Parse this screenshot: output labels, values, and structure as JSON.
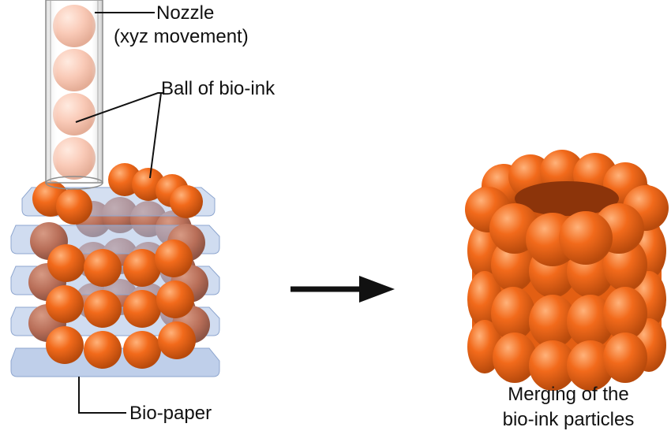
{
  "labels": {
    "nozzle": "Nozzle",
    "nozzle_sub": "(xyz movement)",
    "ball": "Ball of bio-ink",
    "biopaper": "Bio-paper",
    "merging_line1": "Merging of the",
    "merging_line2": "bio-ink particles"
  },
  "colors": {
    "sphere": "#f26a1b",
    "sphere_dark": "#b84a0c",
    "nozzle_sphere": "#f7b398",
    "paper": "#a9bfe3",
    "line": "#111111"
  }
}
